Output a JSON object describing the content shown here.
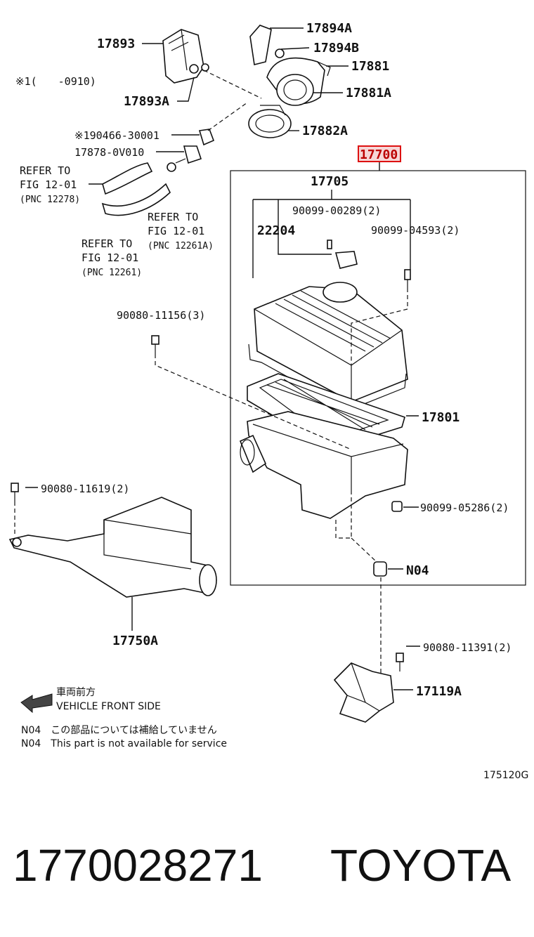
{
  "labels": {
    "p17893": "17893",
    "p17893A": "17893A",
    "p17894A": "17894A",
    "p17894B": "17894B",
    "p17881": "17881",
    "p17881A": "17881A",
    "p17882A": "17882A",
    "note1": "※1(　　-0910)",
    "p90466": "※190466-30001",
    "p17878": "17878-0V010",
    "p17700": "17700",
    "p17705": "17705",
    "p90099_289": "90099-00289(2)",
    "p22204": "22204",
    "p90099_4593": "90099-04593(2)",
    "p90080_11156": "90080-11156(3)",
    "p17801": "17801",
    "p90099_5286": "90099-05286(2)",
    "pN04": "N04",
    "p90080_11619": "90080-11619(2)",
    "p17750A": "17750A",
    "p90080_11391": "90080-11391(2)",
    "p17119A": "17119A"
  },
  "refs": {
    "ref1_line1": "REFER TO",
    "ref1_line2": "FIG 12-01",
    "ref1_line3": "(PNC 12278)",
    "ref2_line1": "REFER TO",
    "ref2_line2": "FIG 12-01",
    "ref2_line3": "(PNC 12261A)",
    "ref3_line1": "REFER TO",
    "ref3_line2": "FIG 12-01",
    "ref3_line3": "(PNC 12261)"
  },
  "legend": {
    "front_jp": "車両前方",
    "front_en": "VEHICLE FRONT SIDE",
    "n04_jp": "N04　この部品については補給していません",
    "n04_en": "N04　This part is not available for service"
  },
  "figure_code": "175120G",
  "footer": {
    "part_number": "1770028271",
    "brand": "TOYOTA"
  },
  "colors": {
    "highlight_border": "#d11111",
    "highlight_fill": "#f6d6d6"
  }
}
